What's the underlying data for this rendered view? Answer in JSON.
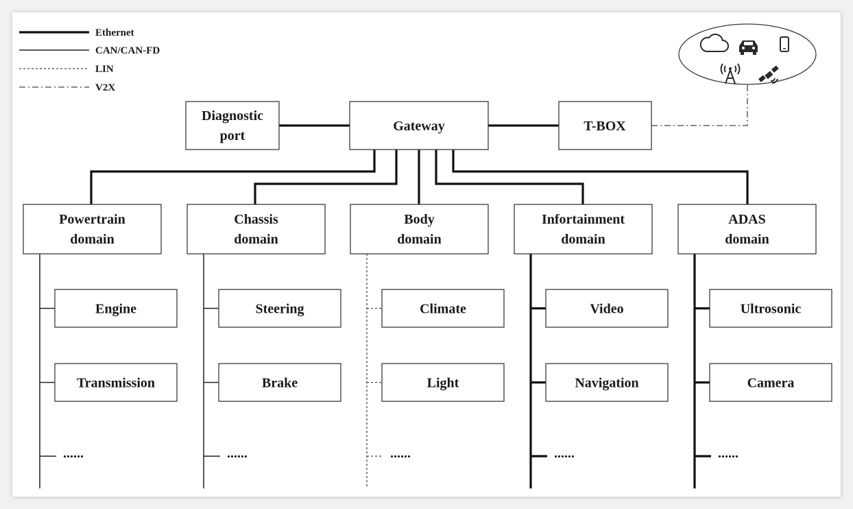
{
  "legend": [
    {
      "key": "ethernet",
      "label": "Ethernet"
    },
    {
      "key": "can",
      "label": "CAN/CAN-FD"
    },
    {
      "key": "lin",
      "label": "LIN"
    },
    {
      "key": "v2x",
      "label": "V2X"
    }
  ],
  "nodes": {
    "diagnostic_line1": "Diagnostic",
    "diagnostic_line2": "port",
    "gateway": "Gateway",
    "tbox": "T-BOX"
  },
  "cloud_group": {
    "icons": [
      "cloud-icon",
      "car-icon",
      "smartphone-icon",
      "antenna-tower-icon",
      "satellite-icon"
    ]
  },
  "domains": [
    {
      "key": "powertrain",
      "line1": "Powertrain",
      "line2": "domain",
      "bus": "can",
      "ecus": [
        "Engine",
        "Transmission"
      ],
      "more": "......"
    },
    {
      "key": "chassis",
      "line1": "Chassis",
      "line2": "domain",
      "bus": "can",
      "ecus": [
        "Steering",
        "Brake"
      ],
      "more": "......"
    },
    {
      "key": "body",
      "line1": "Body",
      "line2": "domain",
      "bus": "lin",
      "ecus": [
        "Climate",
        "Light"
      ],
      "more": "......"
    },
    {
      "key": "infotainment",
      "line1": "Infortainment",
      "line2": "domain",
      "bus": "ethernet",
      "ecus": [
        "Video",
        "Navigation"
      ],
      "more": "......"
    },
    {
      "key": "adas",
      "line1": "ADAS",
      "line2": "domain",
      "bus": "ethernet",
      "ecus": [
        "Ultrosonic",
        "Camera"
      ],
      "more": "......"
    }
  ],
  "colors": {
    "line": "#111111",
    "background": "#ffffff"
  }
}
